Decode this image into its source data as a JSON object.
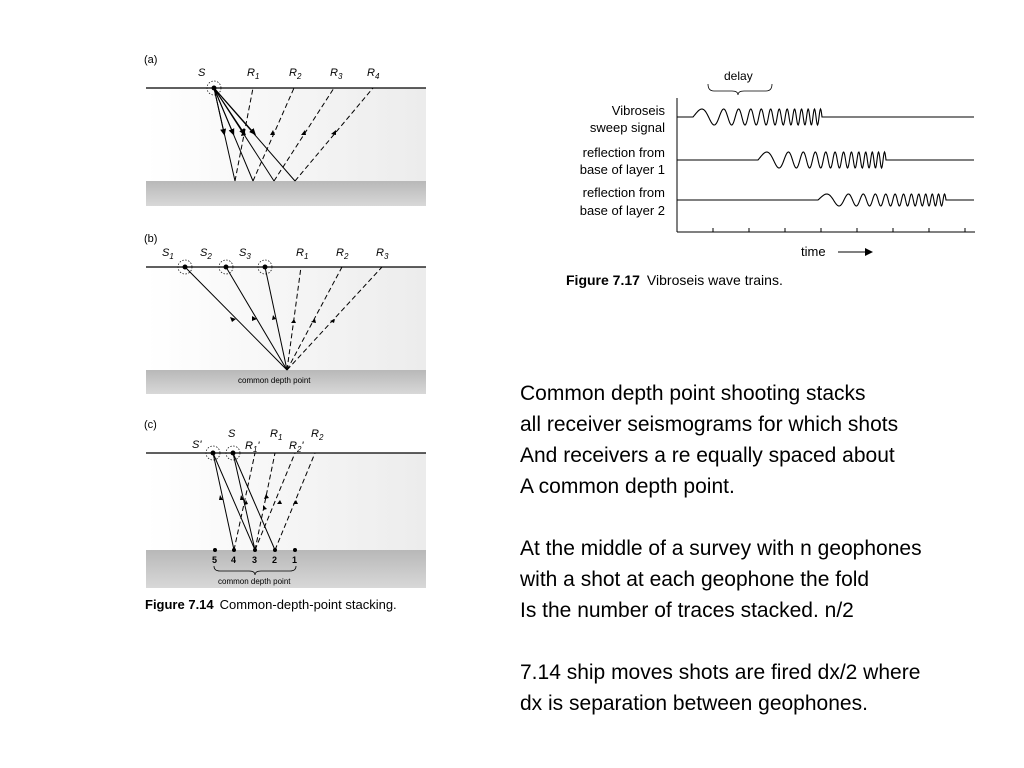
{
  "fig714": {
    "panel_a": {
      "tag": "(a)",
      "source": "S",
      "receivers": [
        "R",
        "R",
        "R",
        "R"
      ],
      "receiver_subs": [
        "1",
        "2",
        "3",
        "4"
      ]
    },
    "panel_b": {
      "tag": "(b)",
      "sources": [
        "S",
        "S",
        "S"
      ],
      "source_subs": [
        "1",
        "2",
        "3"
      ],
      "receivers": [
        "R",
        "R",
        "R"
      ],
      "receiver_subs": [
        "1",
        "2",
        "3"
      ],
      "band_label": "common depth point"
    },
    "panel_c": {
      "tag": "(c)",
      "source_prime": "S'",
      "source": "S",
      "r1_prime": "R",
      "r1_prime_sub": "1",
      "r1_prime_mark": "'",
      "r1": "R",
      "r1_sub": "1",
      "r2_prime": "R",
      "r2_prime_sub": "2",
      "r2_prime_mark": "'",
      "r2": "R",
      "r2_sub": "2",
      "point_numbers": [
        "5",
        "4",
        "3",
        "2",
        "1"
      ],
      "band_label": "common depth point"
    },
    "caption_number": "Figure 7.14",
    "caption_text": "Common-depth-point stacking."
  },
  "fig717": {
    "delay_label": "delay",
    "rows": [
      {
        "line1": "Vibroseis",
        "line2": "sweep signal"
      },
      {
        "line1": "reflection from",
        "line2": "base of layer 1"
      },
      {
        "line1": "reflection from",
        "line2": "base of layer 2"
      }
    ],
    "time_label": "time",
    "caption_number": "Figure 7.17",
    "caption_text": "Vibroseis wave trains."
  },
  "text": {
    "para1": [
      "Common depth point shooting stacks",
      "all receiver seismograms for which shots",
      "And receivers a re equally spaced about",
      "A common depth point."
    ],
    "para2": [
      "At the middle of a survey with n geophones",
      "with a shot at each geophone the fold",
      "Is the number of traces stacked.  n/2"
    ],
    "para3": [
      "7.14 ship moves shots are fired dx/2 where",
      "dx is separation between geophones."
    ]
  }
}
